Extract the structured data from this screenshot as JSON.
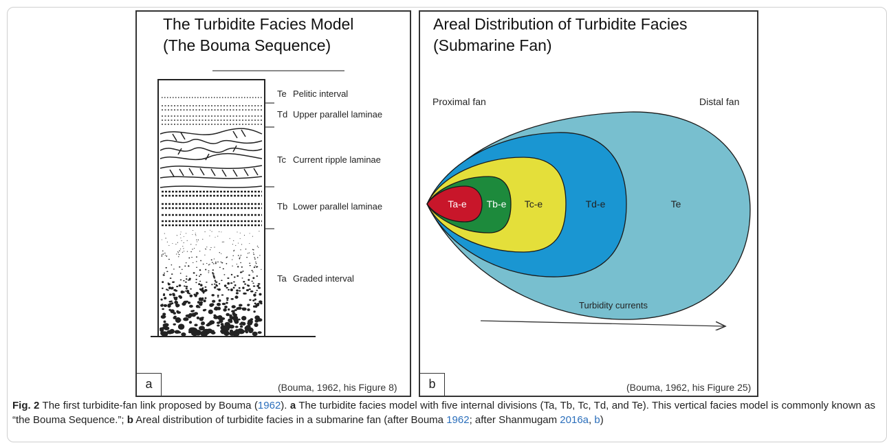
{
  "panel_a": {
    "title_line1": "The Turbidite Facies Model",
    "title_line2": "(The Bouma Sequence)",
    "letter": "a",
    "divisions": [
      {
        "code": "Te",
        "label": "Pelitic interval"
      },
      {
        "code": "Td",
        "label": "Upper parallel laminae"
      },
      {
        "code": "Tc",
        "label": "Current ripple laminae"
      },
      {
        "code": "Tb",
        "label": "Lower parallel laminae"
      },
      {
        "code": "Ta",
        "label": "Graded interval"
      }
    ],
    "credit": "(Bouma, 1962, his Figure 8)"
  },
  "panel_b": {
    "title_line1": "Areal Distribution of Turbidite Facies",
    "title_line2": "(Submarine Fan)",
    "letter": "b",
    "proximal_label": "Proximal fan",
    "distal_label": "Distal fan",
    "zones": [
      {
        "label": "Te",
        "color": "#78bfcf"
      },
      {
        "label": "Td-e",
        "color": "#1a96d2"
      },
      {
        "label": "Tc-e",
        "color": "#e4df3a"
      },
      {
        "label": "Tb-e",
        "color": "#1d8a3c"
      },
      {
        "label": "Ta-e",
        "color": "#c8162a"
      }
    ],
    "arrow_label": "Turbidity currents",
    "credit": "(Bouma, 1962, his Figure 25)"
  },
  "caption": {
    "fig_label": "Fig. 2",
    "text1": " The first turbidite-fan link proposed by Bouma (",
    "ref1": "1962",
    "text2": "). ",
    "a_label": "a",
    "text3": " The turbidite facies model with five internal divisions (Ta, Tb, Tc, Td, and Te). This vertical facies model is commonly known as “the Bouma Sequence.”; ",
    "b_label": "b",
    "text4": " Areal distribution of turbidite facies in a submarine fan (after Bouma ",
    "ref2": "1962",
    "text5": "; after Shanmugam ",
    "ref3": "2016a",
    "text6": ", ",
    "ref4": "b",
    "text7": ")"
  }
}
